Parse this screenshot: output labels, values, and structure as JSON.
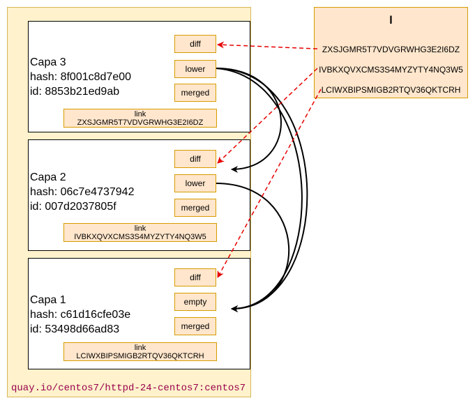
{
  "image_ref": "quay.io/centos7/httpd-24-centos7:centos7",
  "l_dir": {
    "title": "l",
    "entries": [
      "ZXSJGMR5T7VDVGRWHG3E2I6DZ",
      "IVBKXQVXCMS3S4MYZYTY4NQ3W5",
      "LCIWXBIPSMIGB2RTQV36QKTCRH"
    ]
  },
  "layers": [
    {
      "name": "Capa 3",
      "hash": "hash: 8f001c8d7e00",
      "id": "id: 8853b21ed9ab",
      "chips": [
        "diff",
        "lower",
        "merged"
      ],
      "link_label": "link",
      "link_value": "ZXSJGMR5T7VDVGRWHG3E2I6DZ"
    },
    {
      "name": "Capa 2",
      "hash": "hash: 06c7e4737942",
      "id": "id: 007d2037805f",
      "chips": [
        "diff",
        "lower",
        "merged"
      ],
      "link_label": "link",
      "link_value": "IVBKXQVXCMS3S4MYZYTY4NQ3W5"
    },
    {
      "name": "Capa 1",
      "hash": "hash: c61d16cfe03e",
      "id": "id: 53498d66ad83",
      "chips": [
        "diff",
        "empty",
        "merged"
      ],
      "link_label": "link",
      "link_value": "LCIWXBIPSMIGB2RTQV36QKTCRH"
    }
  ],
  "colors": {
    "outer_fill": "#fff2cc",
    "chip_fill": "#ffe6cc",
    "chip_border": "#d79b00",
    "dashed_arrow": "#e60000",
    "caption": "#99004d"
  }
}
